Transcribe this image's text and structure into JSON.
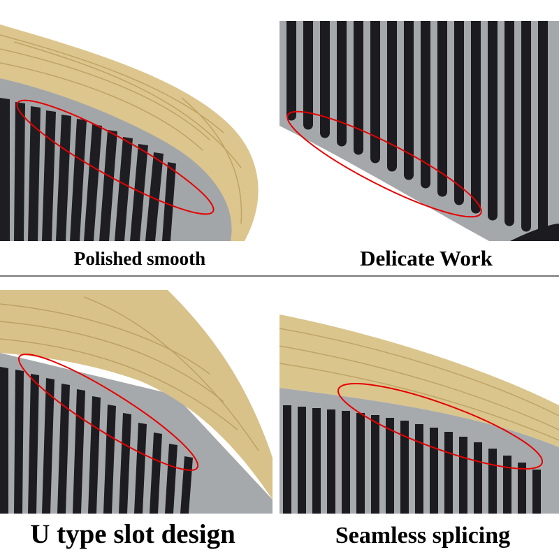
{
  "panels": [
    {
      "caption": "Polished smooth",
      "feature": "wood-to-horn joint"
    },
    {
      "caption": "Delicate Work",
      "feature": "rounded tooth tips"
    },
    {
      "caption": "U type slot design",
      "feature": "u-shaped tooth gaps"
    },
    {
      "caption": "Seamless splicing",
      "feature": "wood-horn splice line"
    }
  ],
  "colors": {
    "wood": "#d9c48c",
    "wood_grain": "#b89d5e",
    "horn": "#9ea1a2",
    "teeth": "#1c1c1f",
    "highlight": "#e60000"
  }
}
